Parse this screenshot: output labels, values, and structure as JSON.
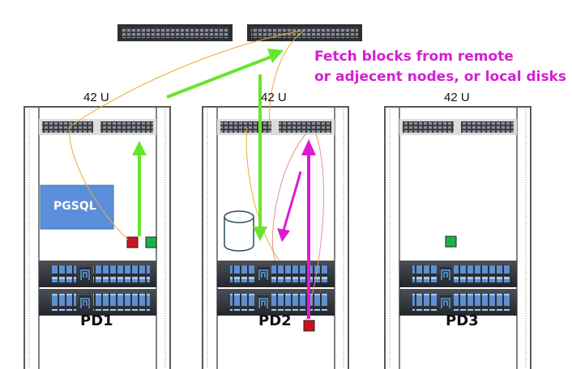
{
  "diagram": {
    "note_lines": [
      "Fetch blocks from remote",
      "or adjecent nodes, or local disks"
    ],
    "racks": [
      {
        "id": "pd1",
        "units_label": "42 U",
        "name": "PD1"
      },
      {
        "id": "pd2",
        "units_label": "42 U",
        "name": "PD2"
      },
      {
        "id": "pd3",
        "units_label": "42 U",
        "name": "PD3"
      }
    ],
    "database_label": "PGSQL",
    "colors": {
      "note_text": "#d21fd2",
      "green_arrow": "#66e62a",
      "magenta_arrow": "#dd19d2",
      "orange_flow": "#f0aa33",
      "pink_flow": "#e0958c",
      "db_box": "#5b8fdc",
      "block_green": "#1cb24b",
      "block_red": "#c8141e",
      "rack_frame": "#555555"
    },
    "icons": [
      "network-switch-icon",
      "server-icon",
      "disk-cylinder-icon"
    ]
  }
}
